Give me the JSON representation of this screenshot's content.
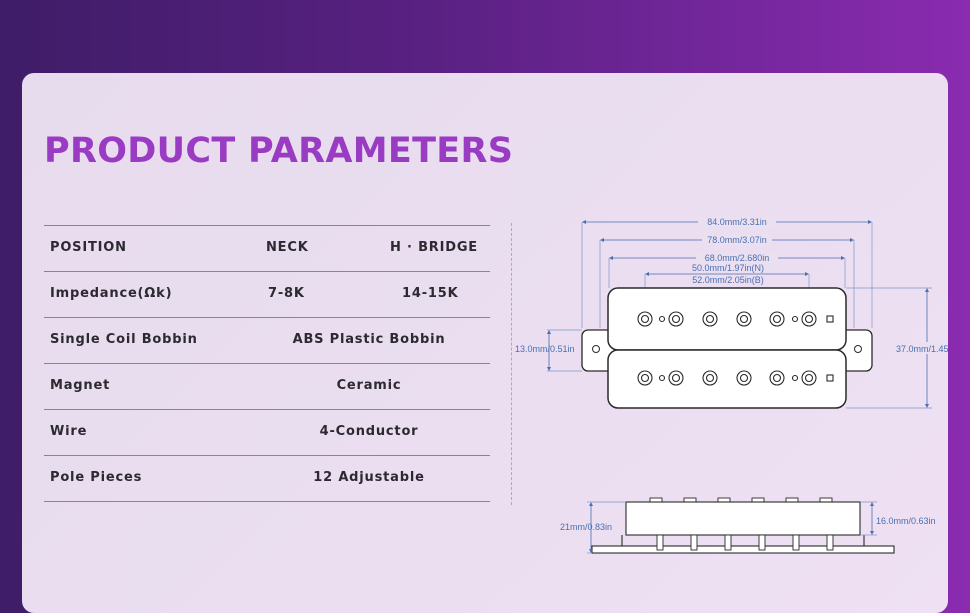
{
  "title": "PRODUCT PARAMETERS",
  "table": {
    "header": [
      "POSITION",
      "NECK",
      "H · BRIDGE"
    ],
    "rows": [
      {
        "label": "Impedance(Ωk)",
        "neck": "7-8K",
        "bridge": "14-15K"
      },
      {
        "label": "Single Coil Bobbin",
        "value": "ABS Plastic Bobbin"
      },
      {
        "label": "Magnet",
        "value": "Ceramic"
      },
      {
        "label": "Wire",
        "value": "4-Conductor"
      },
      {
        "label": "Pole Pieces",
        "value": "12 Adjustable"
      }
    ]
  },
  "diagram": {
    "dims": {
      "total_length": "84.0mm/3.31in",
      "mount_length": "78.0mm/3.07in",
      "body_length": "68.0mm/2.680in",
      "pole_spacing_neck": "50.0mm/1.97in(N)",
      "pole_spacing_bridge": "52.0mm/2.05in(B)",
      "mount_height": "13.0mm/0.51in",
      "body_width": "37.0mm/1.45in",
      "total_height": "21mm/0.83in",
      "body_height": "16.0mm/0.63in"
    }
  },
  "colors": {
    "title": "#9a3cc3",
    "dimension": "#4a6fb2",
    "background_left": "#3f1d67",
    "background_right": "#8a2bb0"
  }
}
